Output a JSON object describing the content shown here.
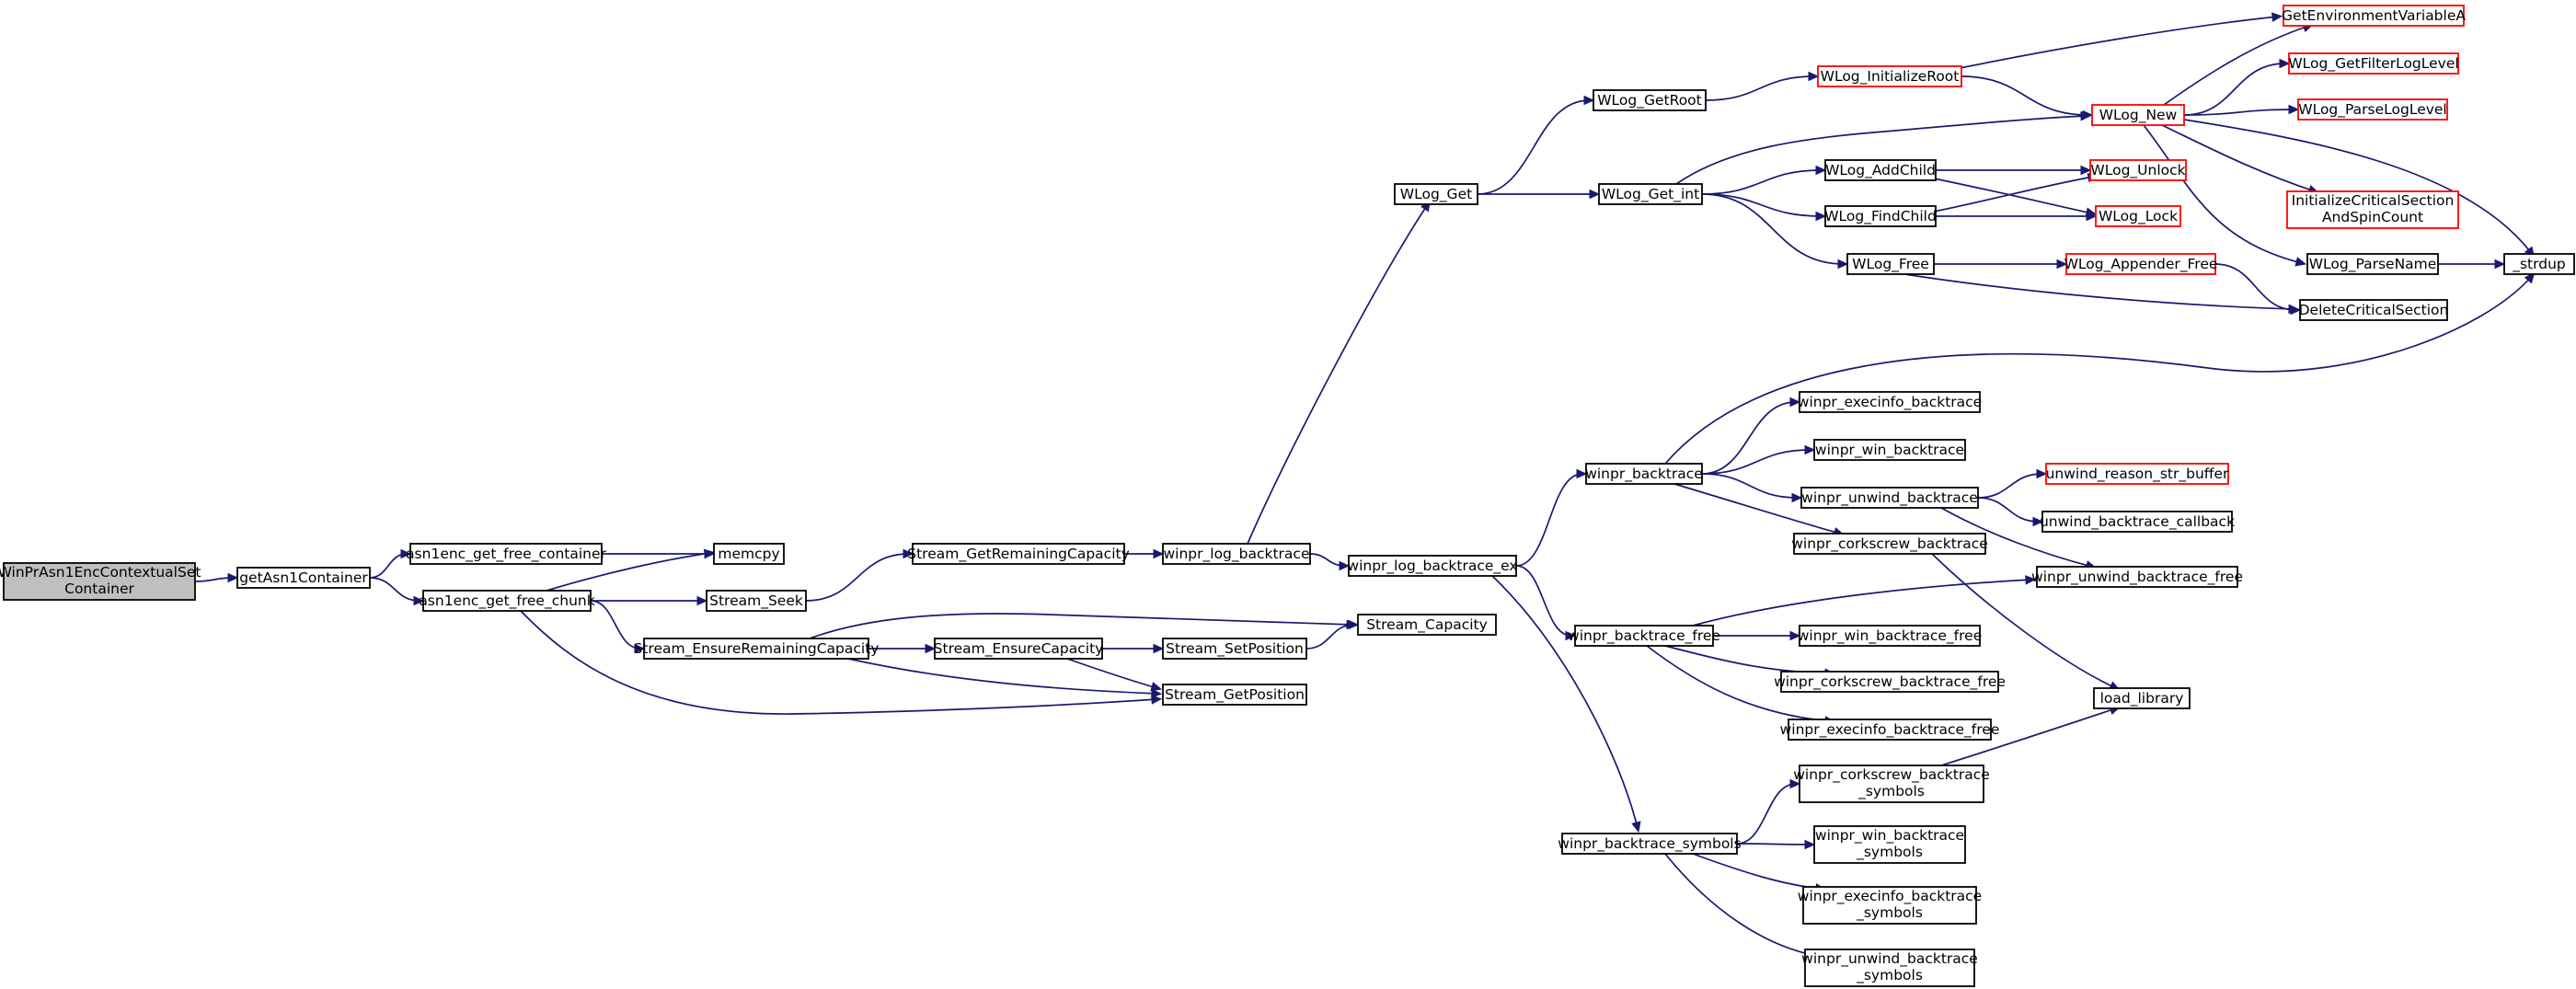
{
  "colors": {
    "edge": "#191970",
    "box_border": "#000000",
    "box_border_truncated": "#ff0000",
    "root_fill": "#bfbfbf",
    "node_fill": "#ffffff",
    "text": "#000000"
  },
  "nodes": [
    {
      "id": "root",
      "lines": [
        "WinPrAsn1EncContextualSet",
        "Container"
      ],
      "kind": "root"
    },
    {
      "id": "getAsn1Container",
      "lines": [
        "getAsn1Container"
      ],
      "kind": "normal"
    },
    {
      "id": "asn1enc_get_free_container",
      "lines": [
        "asn1enc_get_free_container"
      ],
      "kind": "normal"
    },
    {
      "id": "asn1enc_get_free_chunk",
      "lines": [
        "asn1enc_get_free_chunk"
      ],
      "kind": "normal"
    },
    {
      "id": "memcpy",
      "lines": [
        "memcpy"
      ],
      "kind": "normal"
    },
    {
      "id": "Stream_Seek",
      "lines": [
        "Stream_Seek"
      ],
      "kind": "normal"
    },
    {
      "id": "Stream_EnsureRemainingCapacity",
      "lines": [
        "Stream_EnsureRemainingCapacity"
      ],
      "kind": "normal"
    },
    {
      "id": "Stream_GetRemainingCapacity",
      "lines": [
        "Stream_GetRemainingCapacity"
      ],
      "kind": "normal"
    },
    {
      "id": "Stream_EnsureCapacity",
      "lines": [
        "Stream_EnsureCapacity"
      ],
      "kind": "normal"
    },
    {
      "id": "Stream_SetPosition",
      "lines": [
        "Stream_SetPosition"
      ],
      "kind": "normal"
    },
    {
      "id": "Stream_GetPosition",
      "lines": [
        "Stream_GetPosition"
      ],
      "kind": "normal"
    },
    {
      "id": "Stream_Capacity",
      "lines": [
        "Stream_Capacity"
      ],
      "kind": "normal"
    },
    {
      "id": "winpr_log_backtrace",
      "lines": [
        "winpr_log_backtrace"
      ],
      "kind": "normal"
    },
    {
      "id": "winpr_log_backtrace_ex",
      "lines": [
        "winpr_log_backtrace_ex"
      ],
      "kind": "normal"
    },
    {
      "id": "WLog_Get",
      "lines": [
        "WLog_Get"
      ],
      "kind": "normal"
    },
    {
      "id": "WLog_GetRoot",
      "lines": [
        "WLog_GetRoot"
      ],
      "kind": "normal"
    },
    {
      "id": "WLog_Get_int",
      "lines": [
        "WLog_Get_int"
      ],
      "kind": "normal"
    },
    {
      "id": "WLog_InitializeRoot",
      "lines": [
        "WLog_InitializeRoot"
      ],
      "kind": "truncated"
    },
    {
      "id": "WLog_New",
      "lines": [
        "WLog_New"
      ],
      "kind": "truncated"
    },
    {
      "id": "GetEnvironmentVariableA",
      "lines": [
        "GetEnvironmentVariableA"
      ],
      "kind": "truncated"
    },
    {
      "id": "WLog_GetFilterLogLevel",
      "lines": [
        "WLog_GetFilterLogLevel"
      ],
      "kind": "truncated"
    },
    {
      "id": "WLog_ParseLogLevel",
      "lines": [
        "WLog_ParseLogLevel"
      ],
      "kind": "truncated"
    },
    {
      "id": "InitializeCriticalSection",
      "lines": [
        "InitializeCriticalSection",
        "AndSpinCount"
      ],
      "kind": "truncated"
    },
    {
      "id": "WLog_ParseName",
      "lines": [
        "WLog_ParseName"
      ],
      "kind": "normal"
    },
    {
      "id": "_strdup",
      "lines": [
        "_strdup"
      ],
      "kind": "normal"
    },
    {
      "id": "WLog_AddChild",
      "lines": [
        "WLog_AddChild"
      ],
      "kind": "normal"
    },
    {
      "id": "WLog_FindChild",
      "lines": [
        "WLog_FindChild"
      ],
      "kind": "normal"
    },
    {
      "id": "WLog_Free",
      "lines": [
        "WLog_Free"
      ],
      "kind": "normal"
    },
    {
      "id": "WLog_Unlock",
      "lines": [
        "WLog_Unlock"
      ],
      "kind": "truncated"
    },
    {
      "id": "WLog_Lock",
      "lines": [
        "WLog_Lock"
      ],
      "kind": "truncated"
    },
    {
      "id": "WLog_Appender_Free",
      "lines": [
        "WLog_Appender_Free"
      ],
      "kind": "truncated"
    },
    {
      "id": "DeleteCriticalSection",
      "lines": [
        "DeleteCriticalSection"
      ],
      "kind": "normal"
    },
    {
      "id": "winpr_backtrace",
      "lines": [
        "winpr_backtrace"
      ],
      "kind": "normal"
    },
    {
      "id": "winpr_execinfo_backtrace",
      "lines": [
        "winpr_execinfo_backtrace"
      ],
      "kind": "normal"
    },
    {
      "id": "winpr_win_backtrace",
      "lines": [
        "winpr_win_backtrace"
      ],
      "kind": "normal"
    },
    {
      "id": "winpr_unwind_backtrace",
      "lines": [
        "winpr_unwind_backtrace"
      ],
      "kind": "normal"
    },
    {
      "id": "winpr_corkscrew_backtrace",
      "lines": [
        "winpr_corkscrew_backtrace"
      ],
      "kind": "normal"
    },
    {
      "id": "unwind_reason_str_buffer",
      "lines": [
        "unwind_reason_str_buffer"
      ],
      "kind": "truncated"
    },
    {
      "id": "unwind_backtrace_callback",
      "lines": [
        "unwind_backtrace_callback"
      ],
      "kind": "normal"
    },
    {
      "id": "winpr_unwind_backtrace_free",
      "lines": [
        "winpr_unwind_backtrace_free"
      ],
      "kind": "normal"
    },
    {
      "id": "winpr_backtrace_free",
      "lines": [
        "winpr_backtrace_free"
      ],
      "kind": "normal"
    },
    {
      "id": "winpr_win_backtrace_free",
      "lines": [
        "winpr_win_backtrace_free"
      ],
      "kind": "normal"
    },
    {
      "id": "winpr_corkscrew_backtrace_free",
      "lines": [
        "winpr_corkscrew_backtrace_free"
      ],
      "kind": "normal"
    },
    {
      "id": "winpr_execinfo_backtrace_free",
      "lines": [
        "winpr_execinfo_backtrace_free"
      ],
      "kind": "normal"
    },
    {
      "id": "load_library",
      "lines": [
        "load_library"
      ],
      "kind": "normal"
    },
    {
      "id": "winpr_corkscrew_backtrace_symbols",
      "lines": [
        "winpr_corkscrew_backtrace",
        "_symbols"
      ],
      "kind": "normal"
    },
    {
      "id": "winpr_backtrace_symbols",
      "lines": [
        "winpr_backtrace_symbols"
      ],
      "kind": "normal"
    },
    {
      "id": "winpr_win_backtrace_symbols",
      "lines": [
        "winpr_win_backtrace",
        "_symbols"
      ],
      "kind": "normal"
    },
    {
      "id": "winpr_execinfo_backtrace_symbols",
      "lines": [
        "winpr_execinfo_backtrace",
        "_symbols"
      ],
      "kind": "normal"
    },
    {
      "id": "winpr_unwind_backtrace_symbols",
      "lines": [
        "winpr_unwind_backtrace",
        "_symbols"
      ],
      "kind": "normal"
    }
  ],
  "edges": [
    {
      "from": "root",
      "to": "getAsn1Container"
    },
    {
      "from": "getAsn1Container",
      "to": "asn1enc_get_free_container"
    },
    {
      "from": "getAsn1Container",
      "to": "asn1enc_get_free_chunk"
    },
    {
      "from": "asn1enc_get_free_container",
      "to": "memcpy"
    },
    {
      "from": "asn1enc_get_free_chunk",
      "to": "memcpy"
    },
    {
      "from": "asn1enc_get_free_chunk",
      "to": "Stream_Seek"
    },
    {
      "from": "asn1enc_get_free_chunk",
      "to": "Stream_EnsureRemainingCapacity"
    },
    {
      "from": "asn1enc_get_free_chunk",
      "to": "Stream_GetPosition"
    },
    {
      "from": "Stream_Seek",
      "to": "Stream_GetRemainingCapacity"
    },
    {
      "from": "Stream_EnsureRemainingCapacity",
      "to": "Stream_Capacity"
    },
    {
      "from": "Stream_EnsureRemainingCapacity",
      "to": "Stream_EnsureCapacity"
    },
    {
      "from": "Stream_EnsureRemainingCapacity",
      "to": "Stream_GetPosition"
    },
    {
      "from": "Stream_EnsureCapacity",
      "to": "Stream_SetPosition"
    },
    {
      "from": "Stream_EnsureCapacity",
      "to": "Stream_GetPosition"
    },
    {
      "from": "Stream_SetPosition",
      "to": "Stream_Capacity"
    },
    {
      "from": "Stream_GetRemainingCapacity",
      "to": "winpr_log_backtrace"
    },
    {
      "from": "winpr_log_backtrace",
      "to": "WLog_Get"
    },
    {
      "from": "winpr_log_backtrace",
      "to": "winpr_log_backtrace_ex"
    },
    {
      "from": "WLog_Get",
      "to": "WLog_GetRoot"
    },
    {
      "from": "WLog_Get",
      "to": "WLog_Get_int"
    },
    {
      "from": "WLog_GetRoot",
      "to": "WLog_InitializeRoot"
    },
    {
      "from": "WLog_InitializeRoot",
      "to": "GetEnvironmentVariableA"
    },
    {
      "from": "WLog_InitializeRoot",
      "to": "WLog_New"
    },
    {
      "from": "WLog_Get_int",
      "to": "WLog_New"
    },
    {
      "from": "WLog_Get_int",
      "to": "WLog_AddChild"
    },
    {
      "from": "WLog_Get_int",
      "to": "WLog_FindChild"
    },
    {
      "from": "WLog_Get_int",
      "to": "WLog_Free"
    },
    {
      "from": "WLog_New",
      "to": "GetEnvironmentVariableA"
    },
    {
      "from": "WLog_New",
      "to": "WLog_GetFilterLogLevel"
    },
    {
      "from": "WLog_New",
      "to": "WLog_ParseLogLevel"
    },
    {
      "from": "WLog_New",
      "to": "InitializeCriticalSection"
    },
    {
      "from": "WLog_New",
      "to": "WLog_ParseName"
    },
    {
      "from": "WLog_New",
      "to": "_strdup"
    },
    {
      "from": "WLog_ParseName",
      "to": "_strdup"
    },
    {
      "from": "WLog_AddChild",
      "to": "WLog_Unlock"
    },
    {
      "from": "WLog_AddChild",
      "to": "WLog_Lock"
    },
    {
      "from": "WLog_FindChild",
      "to": "WLog_Unlock"
    },
    {
      "from": "WLog_FindChild",
      "to": "WLog_Lock"
    },
    {
      "from": "WLog_Free",
      "to": "WLog_Appender_Free"
    },
    {
      "from": "WLog_Free",
      "to": "DeleteCriticalSection"
    },
    {
      "from": "WLog_Appender_Free",
      "to": "DeleteCriticalSection"
    },
    {
      "from": "winpr_log_backtrace_ex",
      "to": "winpr_backtrace"
    },
    {
      "from": "winpr_log_backtrace_ex",
      "to": "winpr_backtrace_free"
    },
    {
      "from": "winpr_log_backtrace_ex",
      "to": "winpr_backtrace_symbols"
    },
    {
      "from": "winpr_backtrace",
      "to": "_strdup"
    },
    {
      "from": "winpr_backtrace",
      "to": "winpr_execinfo_backtrace"
    },
    {
      "from": "winpr_backtrace",
      "to": "winpr_win_backtrace"
    },
    {
      "from": "winpr_backtrace",
      "to": "winpr_unwind_backtrace"
    },
    {
      "from": "winpr_backtrace",
      "to": "winpr_corkscrew_backtrace"
    },
    {
      "from": "winpr_unwind_backtrace",
      "to": "unwind_reason_str_buffer"
    },
    {
      "from": "winpr_unwind_backtrace",
      "to": "unwind_backtrace_callback"
    },
    {
      "from": "winpr_unwind_backtrace",
      "to": "winpr_unwind_backtrace_free"
    },
    {
      "from": "winpr_corkscrew_backtrace",
      "to": "load_library"
    },
    {
      "from": "winpr_backtrace_free",
      "to": "winpr_unwind_backtrace_free"
    },
    {
      "from": "winpr_backtrace_free",
      "to": "winpr_win_backtrace_free"
    },
    {
      "from": "winpr_backtrace_free",
      "to": "winpr_corkscrew_backtrace_free"
    },
    {
      "from": "winpr_backtrace_free",
      "to": "winpr_execinfo_backtrace_free"
    },
    {
      "from": "winpr_corkscrew_backtrace_symbols",
      "to": "load_library"
    },
    {
      "from": "winpr_backtrace_symbols",
      "to": "winpr_corkscrew_backtrace_symbols"
    },
    {
      "from": "winpr_backtrace_symbols",
      "to": "winpr_win_backtrace_symbols"
    },
    {
      "from": "winpr_backtrace_symbols",
      "to": "winpr_execinfo_backtrace_symbols"
    },
    {
      "from": "winpr_backtrace_symbols",
      "to": "winpr_unwind_backtrace_symbols"
    }
  ]
}
